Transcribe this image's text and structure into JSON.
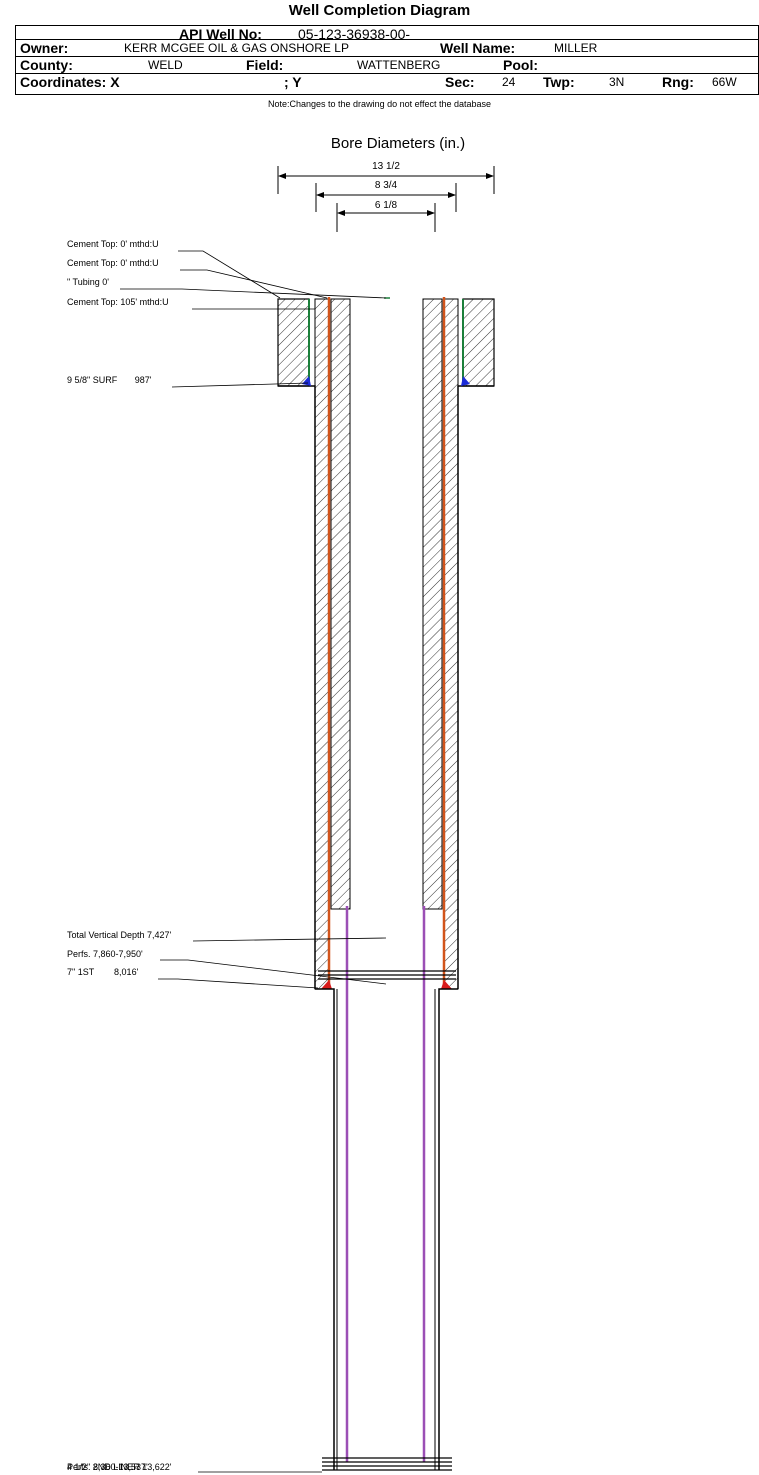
{
  "title": "Well Completion Diagram",
  "header": {
    "api_label": "API Well No:",
    "api_value": "05-123-36938-00-",
    "owner_label": "Owner:",
    "owner_value": "KERR MCGEE OIL & GAS ONSHORE LP",
    "well_name_label": "Well Name:",
    "well_name_value": "MILLER",
    "county_label": "County:",
    "county_value": "WELD",
    "field_label": "Field:",
    "field_value": "WATTENBERG",
    "pool_label": "Pool:",
    "pool_value": "",
    "coord_x_label": "Coordinates: X",
    "coord_y_label": "; Y",
    "sec_label": "Sec:",
    "sec_value": "24",
    "twp_label": "Twp:",
    "twp_value": "3N",
    "rng_label": "Rng:",
    "rng_value": "66W"
  },
  "note": "Note:Changes to the drawing do not effect the database",
  "bore": {
    "title": "Bore Diameters (in.)",
    "diameters": [
      "13 1/2",
      "8 3/4",
      "6 1/8"
    ]
  },
  "annotations": {
    "cement_top_1": "Cement Top: 0' mthd:U",
    "cement_top_2": "Cement Top: 0' mthd:U",
    "tubing": "\" Tubing 0'",
    "cement_top_3": "Cement Top: 105' mthd:U",
    "surface_casing": "9 5/8\" SURF       987'",
    "total_depth": "Total Vertical Depth 7,427'",
    "perfs_1": "Perfs. 7,860-7,950'",
    "casing_1st": "7\" 1ST        8,016'",
    "bottom_liner": "4 1/2\" 2ND LINER 13,622'",
    "bottom_perfs": "Perfs. 8,360-13,537'"
  },
  "colors": {
    "hatch": "#000000",
    "cement_green": "#1b7f3a",
    "casing_orange": "#d2541b",
    "tubing_purple": "#9b4fb5",
    "shoe_blue": "#1b2bd8",
    "shoe_red": "#d81b1b"
  }
}
